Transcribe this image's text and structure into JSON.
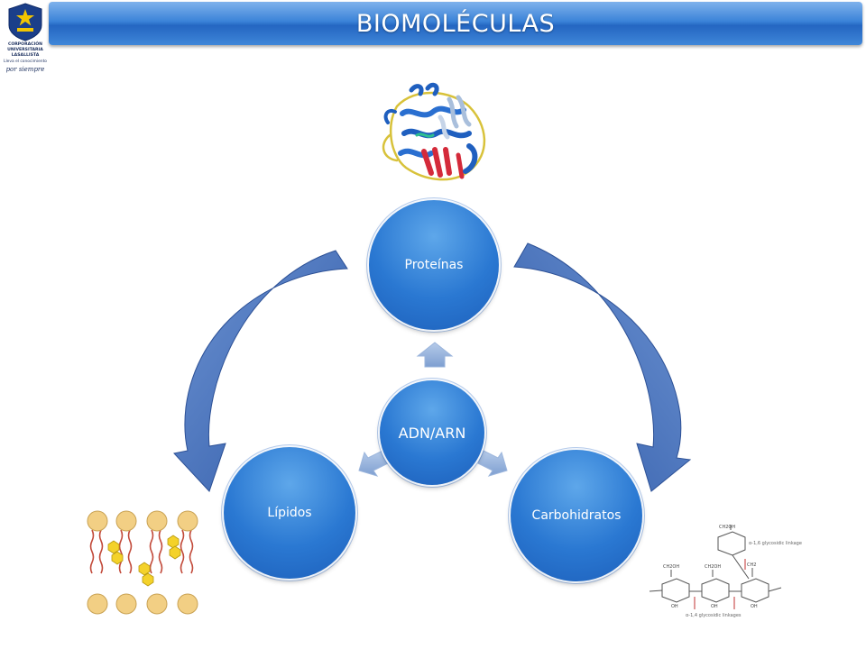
{
  "title": "BIOMOLÉCULAS",
  "logo": {
    "lines": [
      "CORPORACIÓN",
      "UNIVERSITARIA",
      "LASALLISTA",
      "Lleva el conocimiento",
      "por siempre"
    ]
  },
  "diagram": {
    "center": "ADN/ARN",
    "top": "Proteínas",
    "left": "Lípidos",
    "right": "Carbohidratos"
  },
  "colors": {
    "node_blue": "#2a78d2",
    "arrow_blue": "#3e6bb5",
    "title_blue": "#2f77d0",
    "lipid_head": "#f2cf84",
    "protein_blue": "#2c64c8",
    "protein_red": "#d42a3a",
    "protein_yellow": "#e0c12a"
  },
  "images": {
    "protein": "protein-structure",
    "membrane": "lipid-bilayer",
    "carbohydrate": "glycogen-structure"
  }
}
